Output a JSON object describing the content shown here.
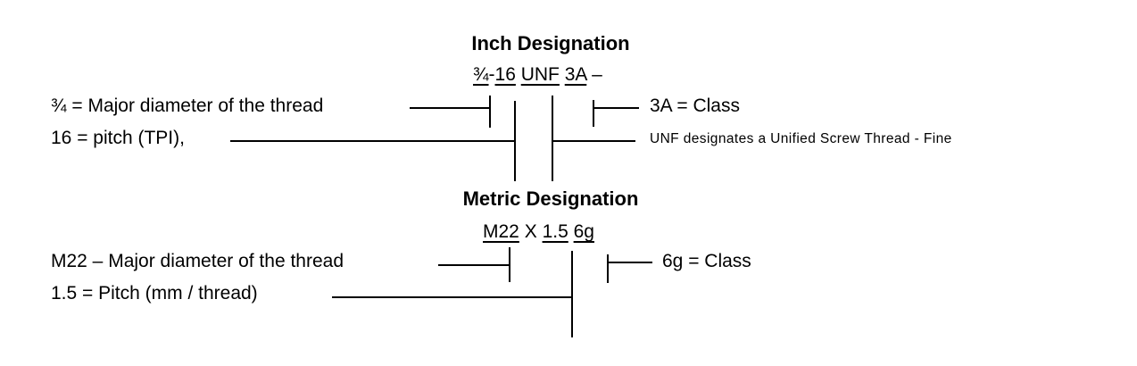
{
  "inch": {
    "title": "Inch Designation",
    "code": {
      "major": "¾",
      "sep1": "-",
      "pitch": "16",
      "series": "UNF",
      "cls": "3A",
      "dash": "–"
    },
    "labels": {
      "major": "¾ = Major diameter of the thread",
      "pitch": "16 = pitch (TPI),",
      "cls": "3A = Class",
      "series": "UNF designates a Unified Screw Thread - Fine"
    }
  },
  "metric": {
    "title": "Metric Designation",
    "code": {
      "major": "M22",
      "x": "X",
      "pitch": "1.5",
      "cls": "6g"
    },
    "labels": {
      "major": "M22 – Major diameter of the thread",
      "pitch": "1.5 = Pitch (mm / thread)",
      "cls": "6g = Class"
    }
  }
}
